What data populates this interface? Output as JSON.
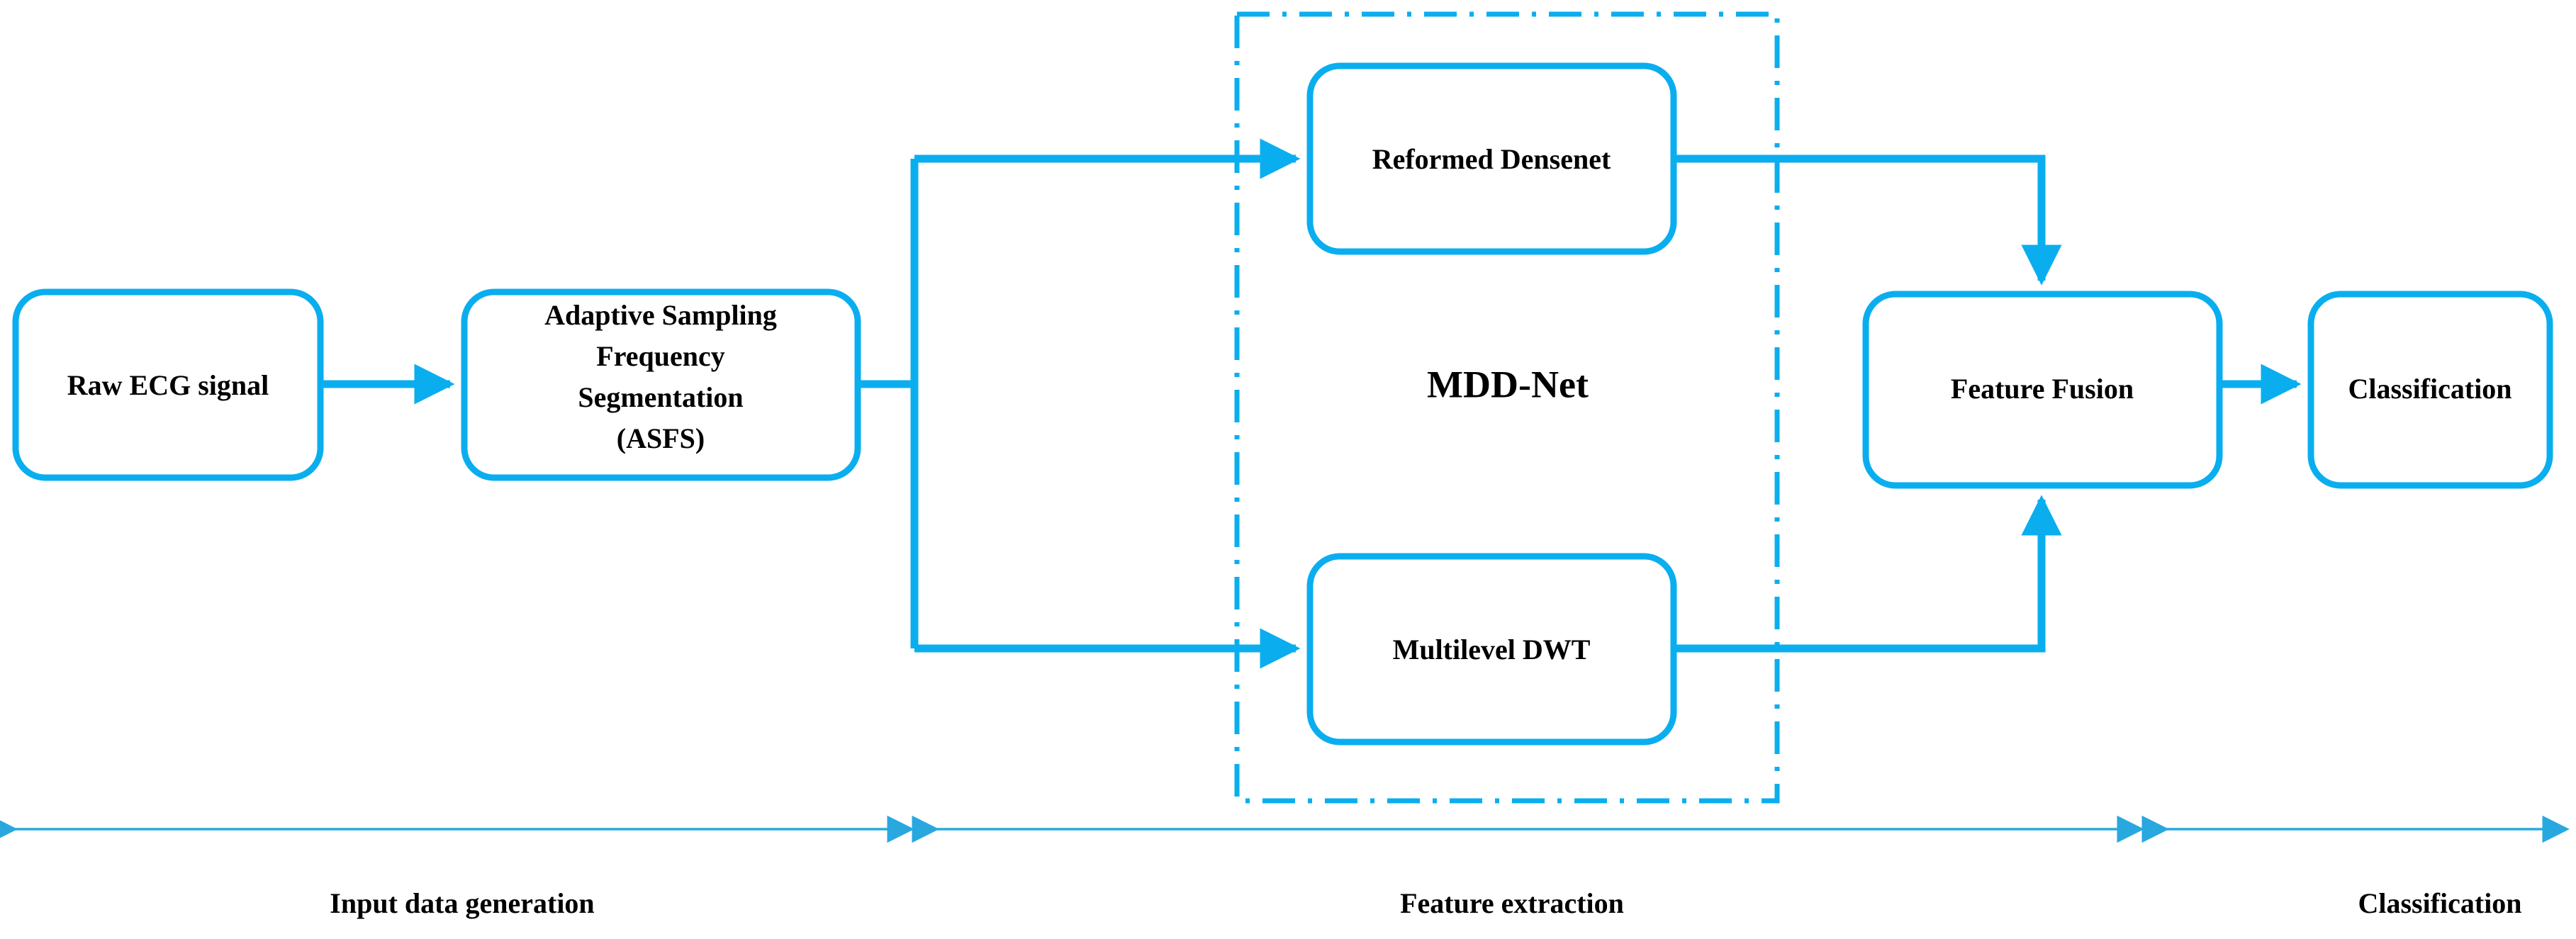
{
  "figure": {
    "kind": "block-diagram",
    "subject": "MDD-Net ECG classification pipeline",
    "background_color": "#ffffff",
    "accent_color": "#0aaeef",
    "text_color": "#000000",
    "phase_arrow_color": "#29a8e0"
  },
  "nodes": {
    "raw_ecg": {
      "label": "Raw ECG signal"
    },
    "asfs": {
      "lines": [
        "Adaptive Sampling",
        "Frequency",
        "Segmentation",
        "(ASFS)"
      ],
      "full_label": "Adaptive Sampling Frequency Segmentation (ASFS)"
    },
    "reformed_densenet": {
      "label": "Reformed Densenet"
    },
    "multilevel_dwt": {
      "label": "Multilevel DWT"
    },
    "feature_fusion": {
      "label": "Feature Fusion"
    },
    "classification": {
      "label": "Classification"
    }
  },
  "group": {
    "title": "MDD-Net",
    "border_style": "dash-dot",
    "contains": [
      "Reformed Densenet",
      "Multilevel DWT"
    ]
  },
  "phases": [
    {
      "label": "Input data generation"
    },
    {
      "label": "Feature extraction"
    },
    {
      "label": "Classification"
    }
  ],
  "edges": [
    {
      "from": "Raw ECG signal",
      "to": "Adaptive Sampling Frequency Segmentation (ASFS)",
      "arrow": "single"
    },
    {
      "from": "Adaptive Sampling Frequency Segmentation (ASFS)",
      "to": "Reformed Densenet",
      "arrow": "single"
    },
    {
      "from": "Adaptive Sampling Frequency Segmentation (ASFS)",
      "to": "Multilevel DWT",
      "arrow": "single"
    },
    {
      "from": "Reformed Densenet",
      "to": "Feature Fusion",
      "arrow": "single"
    },
    {
      "from": "Multilevel DWT",
      "to": "Feature Fusion",
      "arrow": "single"
    },
    {
      "from": "Feature Fusion",
      "to": "Classification",
      "arrow": "single"
    }
  ]
}
